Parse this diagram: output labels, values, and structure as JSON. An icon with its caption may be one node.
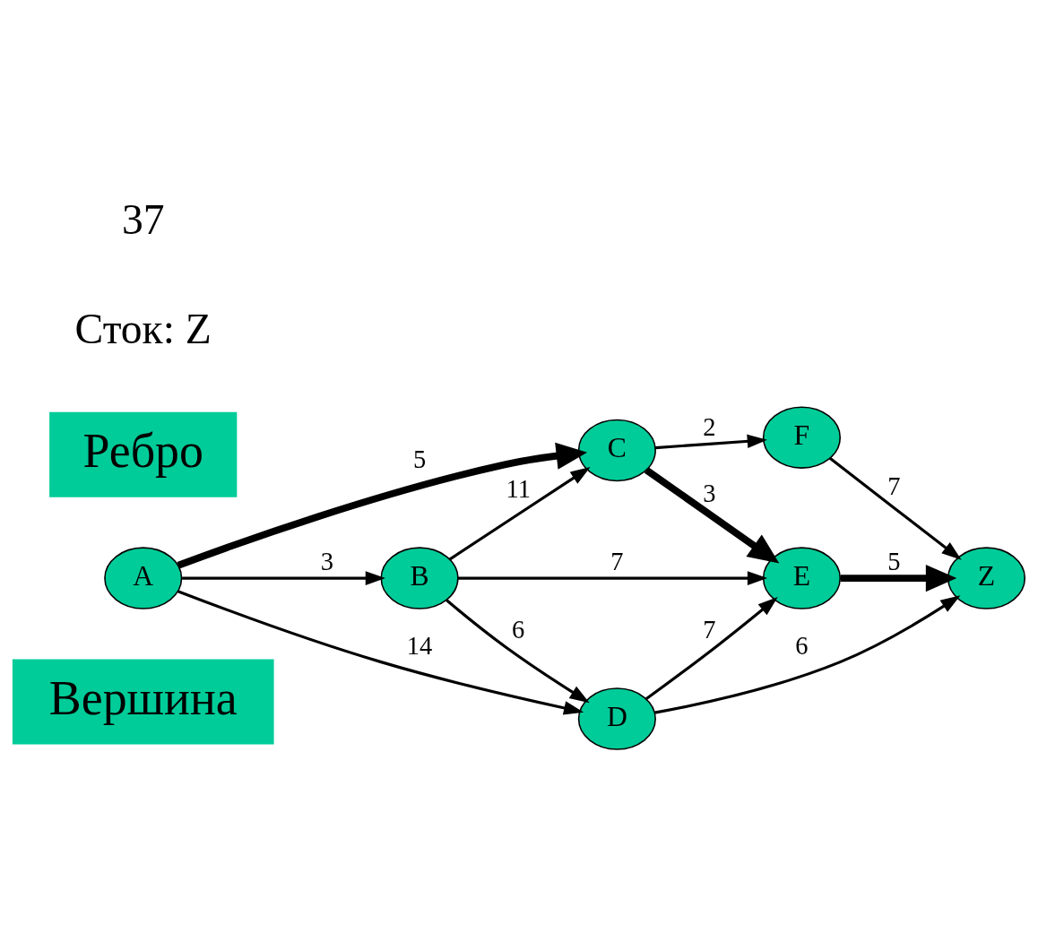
{
  "diagram": {
    "nodes": [
      {
        "text": [
          "Вершина"
        ]
      },
      {
        "text": [
          "C"
        ]
      },
      {
        "text": [
          "A"
        ]
      },
      {
        "text": [
          "F"
        ]
      },
      {
        "text": [
          "E"
        ]
      },
      {
        "text": [
          "B"
        ]
      },
      {
        "text": [
          "Z"
        ]
      },
      {
        "text": [
          "Ребро"
        ]
      },
      {
        "text": [
          "D"
        ]
      }
    ],
    "edges": [
      {
        "from": 2,
        "to": 1,
        "arrow": "to",
        "label": "5",
        "style": "thick"
      },
      {
        "from": 1,
        "to": 3,
        "arrow": "to",
        "label": "2"
      },
      {
        "from": 1,
        "to": 4,
        "arrow": "to",
        "label": "3",
        "style": "thick"
      },
      {
        "from": 2,
        "to": 5,
        "arrow": "to",
        "label": "3"
      },
      {
        "from": 5,
        "to": 1,
        "arrow": "to",
        "label": "11"
      },
      {
        "from": 5,
        "to": 4,
        "arrow": "to",
        "label": "7"
      },
      {
        "from": 2,
        "to": 8,
        "arrow": "to",
        "label": "14"
      },
      {
        "from": 5,
        "to": 8,
        "arrow": "to",
        "label": "6"
      },
      {
        "from": 8,
        "to": 4,
        "arrow": "to",
        "label": "7"
      },
      {
        "from": 4,
        "to": 6,
        "arrow": "to",
        "label": "5",
        "style": "thick"
      },
      {
        "from": 3,
        "to": 6,
        "arrow": "to",
        "label": "7"
      },
      {
        "from": 8,
        "to": 6,
        "arrow": "to",
        "label": "6"
      }
    ],
    "labels": [
      "Сток: Z",
      "37"
    ]
  }
}
